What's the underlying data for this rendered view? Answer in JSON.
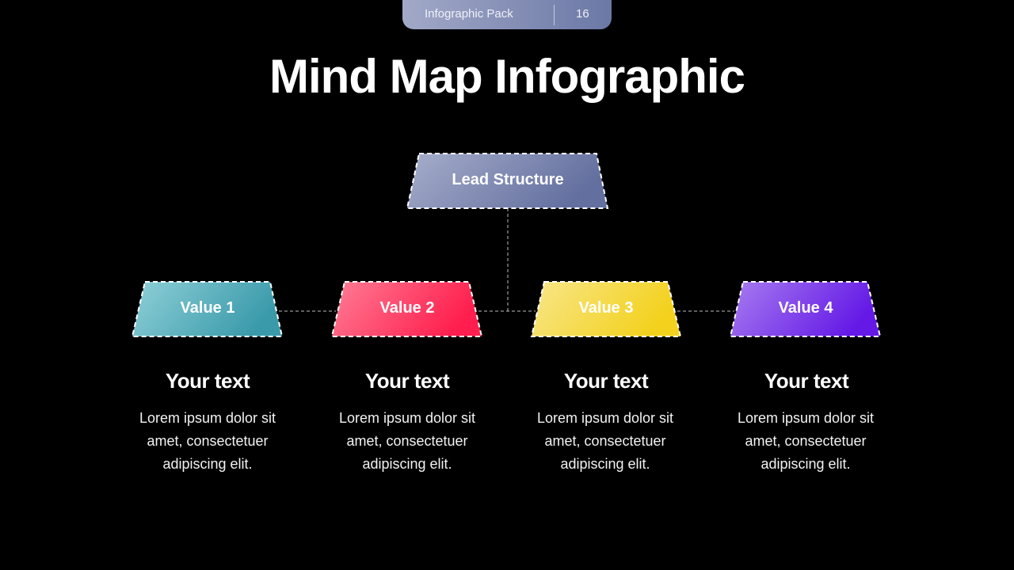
{
  "header_tag": {
    "label": "Infographic Pack",
    "page_number": "16"
  },
  "title": "Mind Map Infographic",
  "lead": {
    "label": "Lead Structure",
    "gradient": [
      "#a7aecb",
      "#636f9f"
    ]
  },
  "values": [
    {
      "label": "Value 1",
      "gradient": [
        "#8fd0d8",
        "#3a9aaa"
      ],
      "heading": "Your text",
      "body": [
        "Lorem ipsum dolor sit",
        "amet, consectetuer",
        "adipiscing elit."
      ]
    },
    {
      "label": "Value 2",
      "gradient": [
        "#ff7d95",
        "#ff1e4d"
      ],
      "heading": "Your text",
      "body": [
        "Lorem ipsum dolor sit",
        "amet, consectetuer",
        "adipiscing elit."
      ]
    },
    {
      "label": "Value 3",
      "gradient": [
        "#f8e68a",
        "#f3d11c"
      ],
      "heading": "Your text",
      "body": [
        "Lorem ipsum dolor sit",
        "amet, consectetuer",
        "adipiscing elit."
      ]
    },
    {
      "label": "Value 4",
      "gradient": [
        "#a77cf0",
        "#6419e6"
      ],
      "heading": "Your text",
      "body": [
        "Lorem ipsum dolor sit",
        "amet, consectetuer",
        "adipiscing elit."
      ]
    }
  ]
}
